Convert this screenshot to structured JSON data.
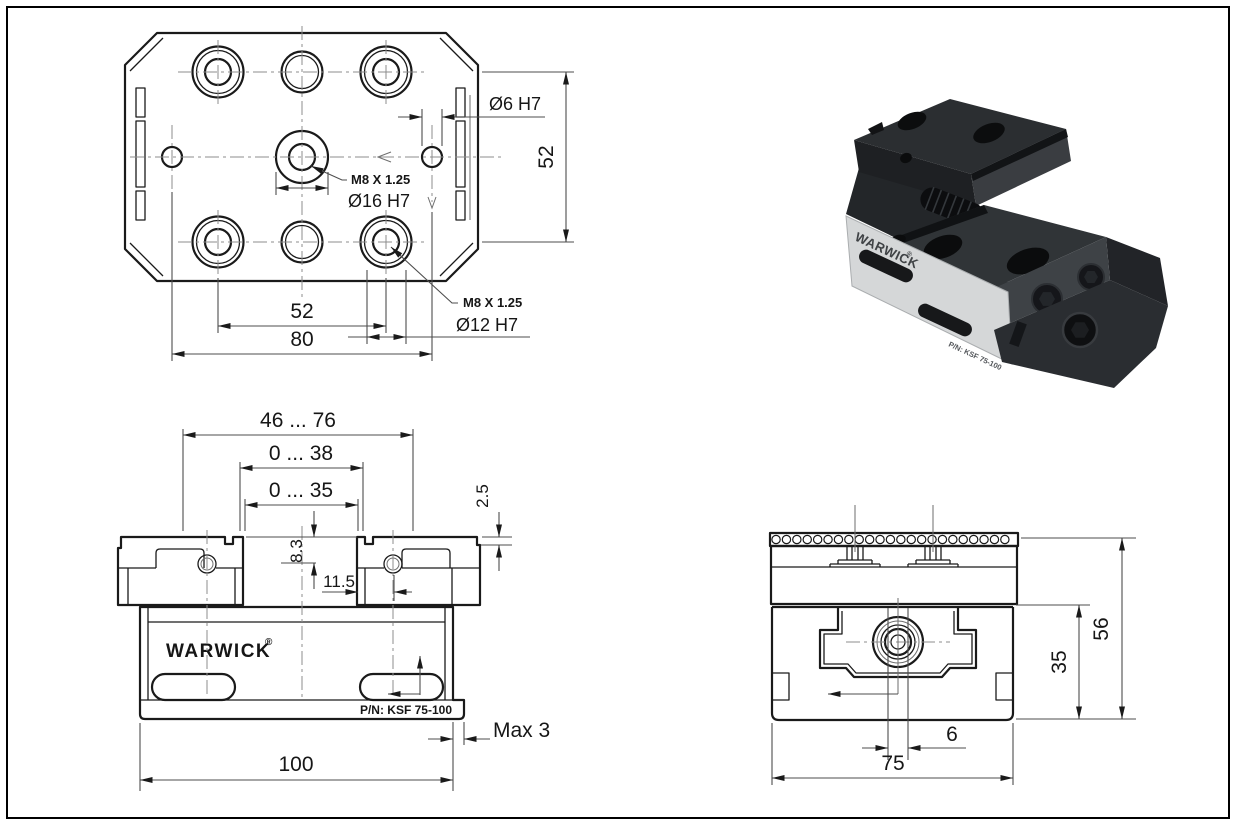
{
  "sheet": {
    "background": "#ffffff",
    "frame_color": "#000000",
    "outline_color": "#1a1a1a",
    "dimension_color": "#4d4d4d",
    "photo_body_color": "#2b2e31",
    "photo_base_color": "#d5d7d8"
  },
  "top_view": {
    "label_dia6": "Ø6 H7",
    "label_52_vertical": "52",
    "label_m8_center": "M8 X 1.25",
    "label_dia16": "Ø16 H7",
    "label_52_horizontal": "52",
    "label_80": "80",
    "label_m8_corner": "M8 X 1.25",
    "label_dia12": "Ø12 H7"
  },
  "front_view": {
    "label_range_outer": "46 ... 76",
    "label_range_mid": "0 ... 38",
    "label_range_inner": "0 ... 35",
    "label_2_5": "2.5",
    "label_8_3": "8.3",
    "label_11_5": "11.5",
    "brand": "WARWICK",
    "brand_mark": "®",
    "part_number": "P/N: KSF 75-100",
    "label_max": "Max 3",
    "label_100": "100"
  },
  "side_view": {
    "label_56": "56",
    "label_35": "35",
    "label_6": "6",
    "label_75": "75"
  },
  "photo": {
    "brand": "WARWICK",
    "brand_mark": "®",
    "part_number": "P/N: KSF 75-100"
  }
}
